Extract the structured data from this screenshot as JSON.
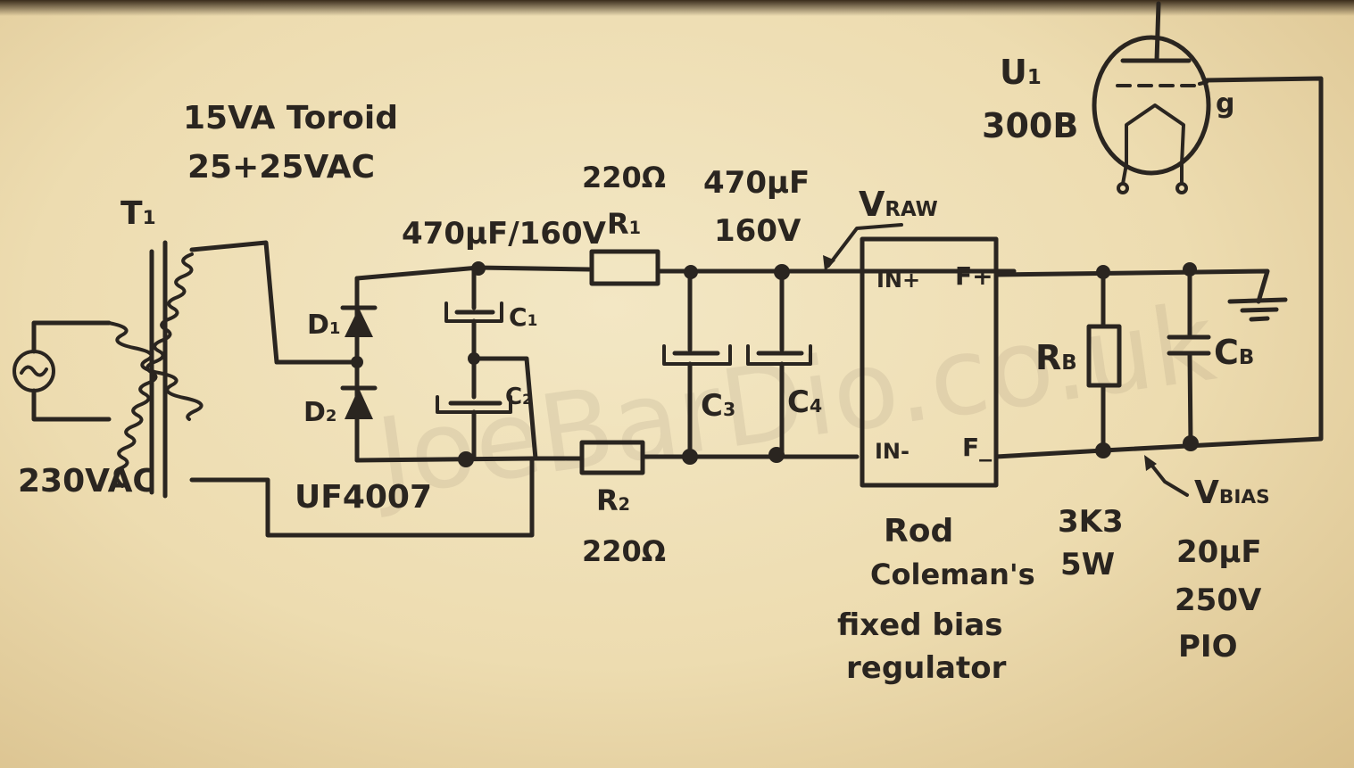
{
  "transformer": {
    "designator": "T",
    "designator_sub": "1",
    "rating": "15VA Toroid",
    "voltage": "25+25VAC"
  },
  "mains": {
    "voltage": "230VAC"
  },
  "diodes": {
    "d1": "D",
    "d1_sub": "1",
    "d2": "D",
    "d2_sub": "2",
    "part": "UF4007"
  },
  "caps": {
    "c1": "C",
    "c1_sub": "1",
    "c2": "C",
    "c2_sub": "2",
    "c12_value": "470μF/160V",
    "c3": "C",
    "c3_sub": "3",
    "c4": "C",
    "c4_sub": "4",
    "c34_value": "470μF",
    "c34_voltage": "160V"
  },
  "resistors": {
    "r1": "R",
    "r1_sub": "1",
    "r1_value": "220Ω",
    "r2": "R",
    "r2_sub": "2",
    "r2_value": "220Ω"
  },
  "nodes": {
    "vraw": "V",
    "vraw_sub": "RAW",
    "vbias": "V",
    "vbias_sub": "BIAS"
  },
  "regulator": {
    "in_plus": "IN+",
    "in_minus": "IN-",
    "f_plus": "F+",
    "f_minus": "F_",
    "description": [
      "Rod",
      "Coleman's",
      "fixed bias",
      "regulator"
    ]
  },
  "bias_resistor": {
    "name": "R",
    "name_sub": "B",
    "value": "3K3",
    "power": "5W"
  },
  "bias_cap": {
    "name": "C",
    "name_sub": "B",
    "value": "20μF",
    "voltage": "250V",
    "type": "PIO"
  },
  "tube": {
    "designator": "U",
    "designator_sub": "1",
    "type": "300B",
    "grid": "g"
  },
  "watermark": "JoeBarDio.co.uk",
  "colors": {
    "paper": "#efe0b6",
    "ink": "#2a2520"
  }
}
